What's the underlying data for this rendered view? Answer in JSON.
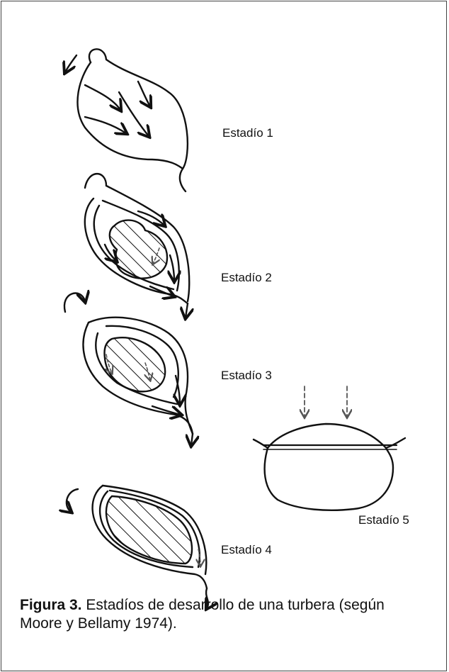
{
  "stages": [
    {
      "label": "Estadío 1"
    },
    {
      "label": "Estadío 2"
    },
    {
      "label": "Estadío 3"
    },
    {
      "label": "Estadío 4"
    },
    {
      "label": "Estadío 5"
    }
  ],
  "caption": {
    "figure_label": "Figura 3.",
    "text": " Estadíos de desarrollo de una turbera (según Moore y Bellamy 1974)."
  }
}
